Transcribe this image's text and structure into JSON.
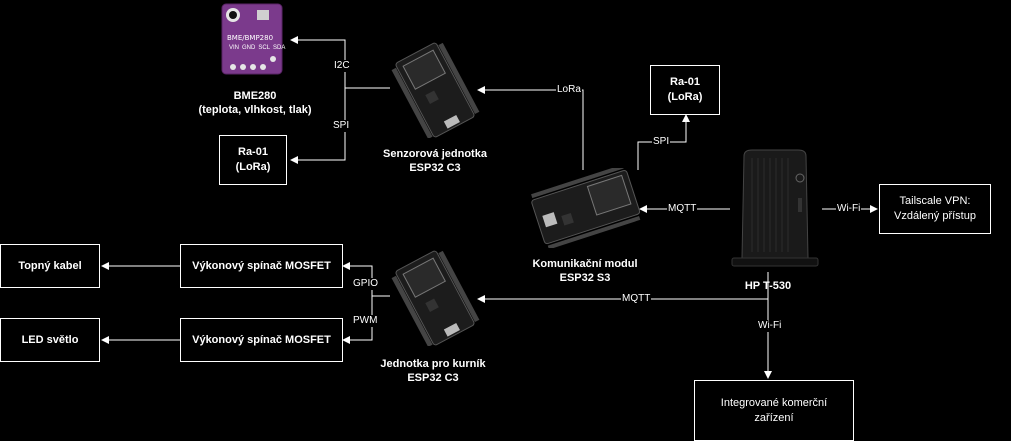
{
  "nodes": {
    "bme280_caption": "BME280\n(teplota, vlhkost, tlak)",
    "bme280_chip_text": "BME/BMP280",
    "bme280_pins": [
      "VIN",
      "GND",
      "SCL",
      "SDA"
    ],
    "ra01_sensor": "Ra-01\n(LoRa)",
    "sensor_unit": "Senzorová jednotka\nESP32 C3",
    "ra01_comm": "Ra-01\n(LoRa)",
    "comm_module": "Komunikační modul\nESP32 S3",
    "hp": "HP T-530",
    "tailscale": "Tailscale VPN:\nVzdálený přístup",
    "integrated": "Integrované komerční\nzařízení",
    "mosfet1": "Výkonový spínač MOSFET",
    "mosfet2": "Výkonový spínač MOSFET",
    "heating_cable": "Topný kabel",
    "led_light": "LED světlo",
    "coop_unit": "Jednotka pro kurník\nESP32 C3"
  },
  "edges": {
    "i2c": "I2C",
    "spi_sensor": "SPI",
    "lora": "LoRa",
    "spi_comm": "SPI",
    "mqtt_hp_comm": "MQTT",
    "wifi_tailscale": "Wi-Fi",
    "mqtt_hp_coop": "MQTT",
    "wifi_integrated": "Wi-Fi",
    "gpio": "GPIO",
    "pwm": "PWM"
  },
  "colors": {
    "background": "#000000",
    "line": "#ffffff",
    "bme_board": "#7b3a8c",
    "esp_board": "#1c1c1c"
  }
}
